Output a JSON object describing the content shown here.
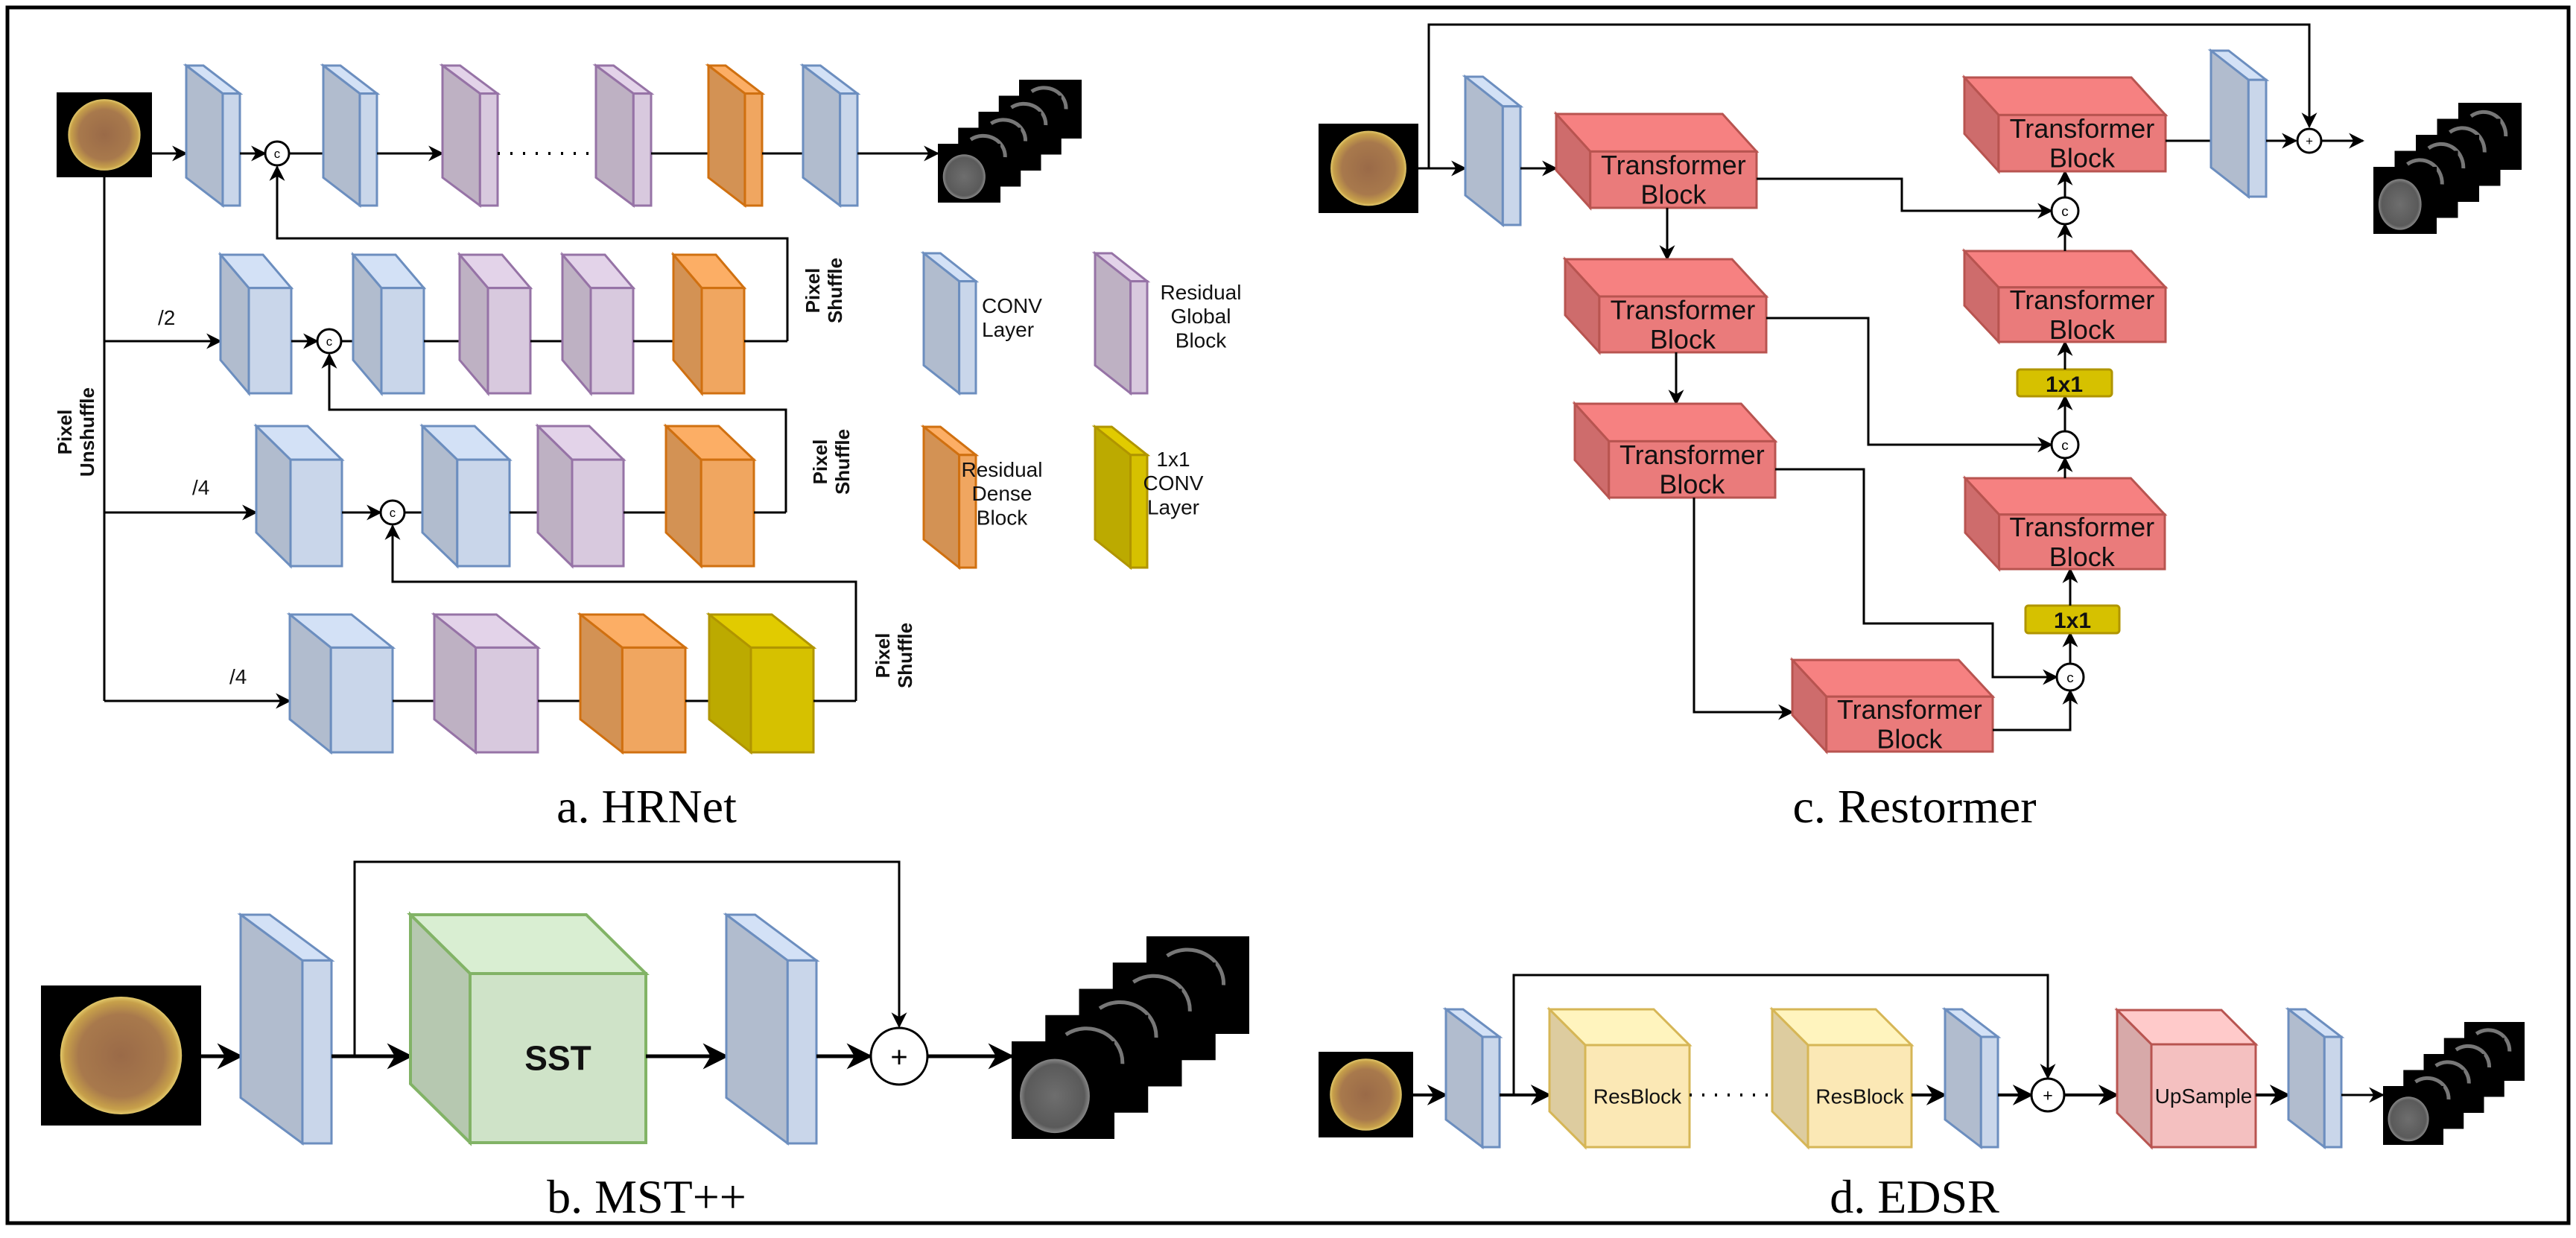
{
  "figure": {
    "panels": [
      {
        "id": "hrnet",
        "caption": "a. HRNet",
        "input_label": "input-rgb-image",
        "side_label": "Pixel\nUnshuffle",
        "branch_labels": [
          "/2",
          "/4",
          "/4"
        ],
        "shuffle_label": "Pixel\nShuffle",
        "rows": [
          {
            "blocks": [
              "conv",
              "concat",
              "conv",
              "rgb",
              "dots",
              "rgb",
              "rdb",
              "conv"
            ],
            "output": "hyperspectral-stack"
          },
          {
            "blocks": [
              "conv",
              "concat",
              "conv",
              "rgb",
              "rgb",
              "rdb"
            ]
          },
          {
            "blocks": [
              "conv",
              "concat",
              "conv",
              "rgb",
              "rdb"
            ]
          },
          {
            "blocks": [
              "conv",
              "rgb",
              "rdb",
              "conv1x1"
            ]
          }
        ],
        "concat_symbol": "c",
        "legend": [
          {
            "type": "conv",
            "label": "CONV\nLayer"
          },
          {
            "type": "rgb",
            "label": "Residual\nGlobal\nBlock"
          },
          {
            "type": "rdb",
            "label": "Residual\nDense\nBlock"
          },
          {
            "type": "conv1x1",
            "label": "1x1\nCONV\nLayer"
          }
        ]
      },
      {
        "id": "mstpp",
        "caption": "b. MST++",
        "block_label": "SST",
        "plus_symbol": "+"
      },
      {
        "id": "restormer",
        "caption": "c. Restormer",
        "block_label": "Transformer\nBlock",
        "conv1x1_label": "1x1",
        "concat_symbol": "c",
        "plus_symbol": "+",
        "encoder_blocks": 3,
        "bottleneck_blocks": 1,
        "decoder_blocks": 3
      },
      {
        "id": "edsr",
        "caption": "d. EDSR",
        "resblock_label": "ResBlock",
        "upsample_label": "UpSample",
        "plus_symbol": "+"
      }
    ],
    "colors": {
      "conv_fill": "#c9d6ea",
      "conv_stroke": "#6c8ebf",
      "rgb_fill": "#d8c9de",
      "rgb_stroke": "#9673a6",
      "rdb_fill": "#f0a660",
      "rdb_stroke": "#d07010",
      "c1x1_fill": "#d6c100",
      "c1x1_stroke": "#b09500",
      "tb_fill": "#ea7b7b",
      "tb_stroke": "#b85450",
      "sst_fill": "#cfe3c8",
      "sst_stroke": "#82b366",
      "res_fill": "#fbe8b5",
      "res_stroke": "#d6b656",
      "up_fill": "#f4c0c0",
      "up_stroke": "#b85450"
    }
  }
}
